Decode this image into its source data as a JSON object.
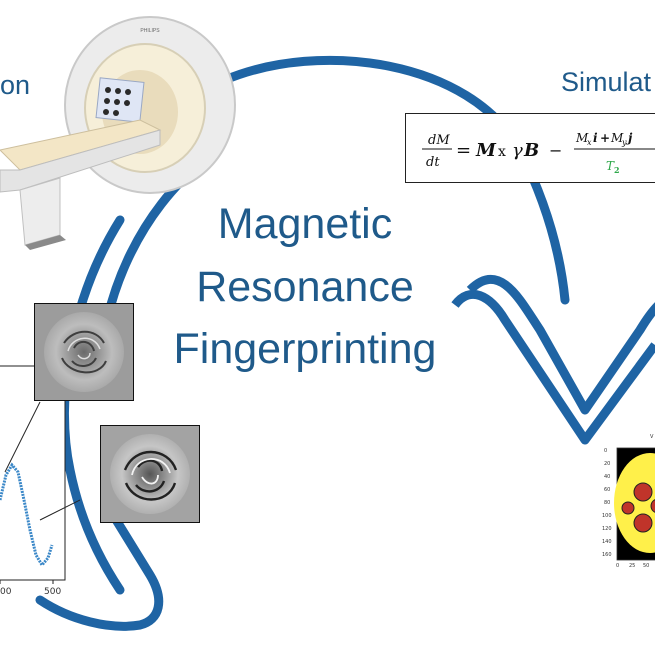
{
  "labels": {
    "left_partial": "on",
    "right_partial": "Simulat"
  },
  "title": {
    "line1": "Magnetic",
    "line2": "Resonance",
    "line3": "Fingerprinting"
  },
  "scanner": {
    "brand": "PHILIPS"
  },
  "equation": {
    "dM": "dM",
    "dt": "dt",
    "eq": "=",
    "M": "M",
    "x": "x",
    "gamma": "γ",
    "B": "B",
    "minus": "−",
    "num_mx": "M",
    "num_x": "x",
    "num_i": "i",
    "num_plus": "+",
    "num_my": "M",
    "num_y": "y",
    "num_j": "j",
    "den_T": "T",
    "den_2": "2"
  },
  "signal_plot": {
    "x_ticks": [
      "00",
      "500"
    ]
  },
  "phantom_map": {
    "title_partial": "V",
    "y_ticks": [
      "0",
      "20",
      "40",
      "60",
      "80",
      "100",
      "120",
      "140",
      "160"
    ],
    "x_ticks": [
      "0",
      "25",
      "50"
    ]
  },
  "colors": {
    "arrow_blue": "#1f64a4",
    "text_blue": "#1f5a8a",
    "equation_green": "#2ea84a",
    "phantom_yellow": "#fff04a",
    "phantom_red": "#c0342a"
  }
}
